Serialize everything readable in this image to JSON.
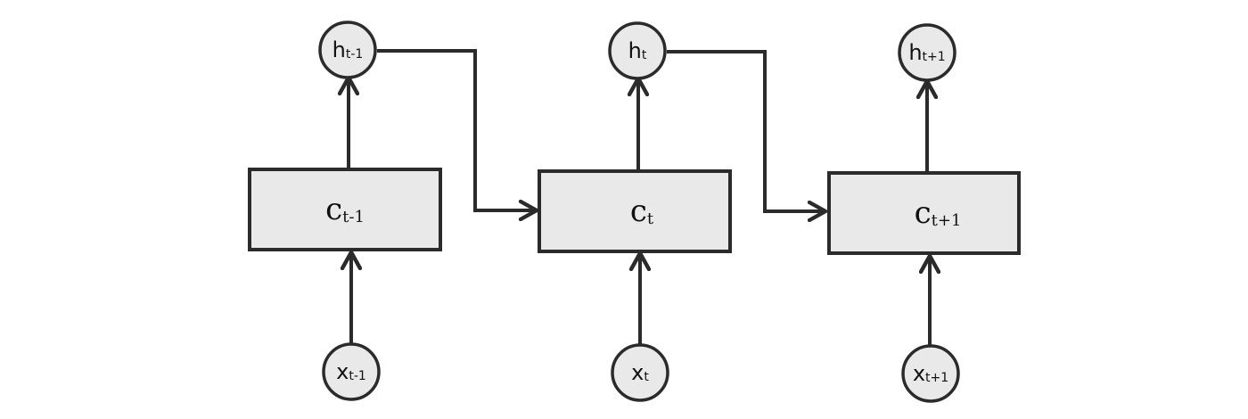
{
  "colors": {
    "stroke": "#2b2b2b",
    "fill": "#e9e9e9",
    "background": "#ffffff"
  },
  "cells": [
    {
      "cell": {
        "base": "c",
        "sub": "t-1"
      },
      "input": {
        "base": "x",
        "sub": "t-1"
      },
      "output": {
        "base": "h",
        "sub": "t-1"
      }
    },
    {
      "cell": {
        "base": "c",
        "sub": "t"
      },
      "input": {
        "base": "x",
        "sub": "t"
      },
      "output": {
        "base": "h",
        "sub": "t"
      }
    },
    {
      "cell": {
        "base": "c",
        "sub": "t+1"
      },
      "input": {
        "base": "x",
        "sub": "t+1"
      },
      "output": {
        "base": "h",
        "sub": "t+1"
      }
    }
  ]
}
